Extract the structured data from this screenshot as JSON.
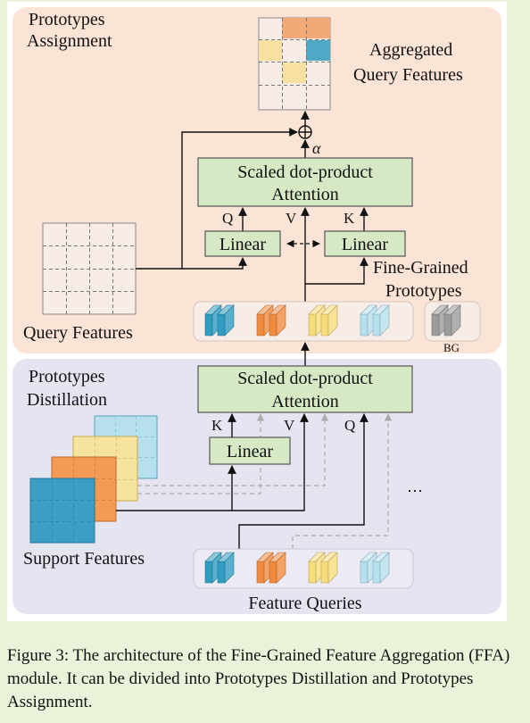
{
  "top_panel": {
    "title_line1": "Prototypes",
    "title_line2": "Assignment",
    "aggregated_line1": "Aggregated",
    "aggregated_line2": "Query Features",
    "alpha": "α",
    "attention_line1": "Scaled dot-product",
    "attention_line2": "Attention",
    "q": "Q",
    "v": "V",
    "k": "K",
    "linear_left": "Linear",
    "linear_right": "Linear",
    "fine_grained_line1": "Fine-Grained",
    "fine_grained_line2": "Prototypes",
    "query_features": "Query Features",
    "bg": "BG"
  },
  "bottom_panel": {
    "title_line1": "Prototypes",
    "title_line2": "Distillation",
    "attention_line1": "Scaled dot-product",
    "attention_line2": "Attention",
    "k": "K",
    "v": "V",
    "q": "Q",
    "linear": "Linear",
    "ellipsis": "⋯",
    "support_features": "Support Features",
    "feature_queries": "Feature Queries"
  },
  "caption": "Figure 3: The architecture of the Fine-Grained Feature Aggregation (FFA) module. It can be divided into Prototypes Distillation and Prototypes Assignment.",
  "colors": {
    "top_panel": "#fbe3d5",
    "bottom_panel": "#e5e4f1",
    "box_fill": "#d6e8c4",
    "blue": "#2f9cc0",
    "orange": "#f08a3e",
    "yellow": "#f7dc7c",
    "lightblue": "#b7e0ee",
    "gray": "#9b9b9b"
  }
}
